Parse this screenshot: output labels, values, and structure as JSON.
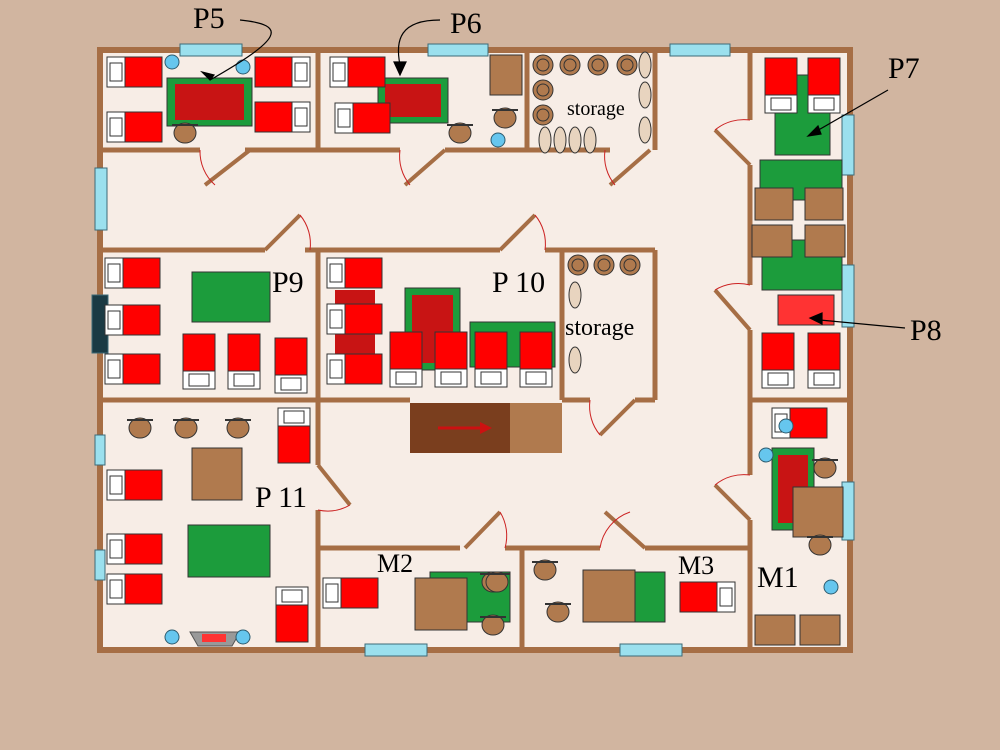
{
  "colors": {
    "ground": "#d1b5a0",
    "floor": "#f7ede6",
    "wall": "#a66e45",
    "bed_red": "#ff0000",
    "rug_green": "#1c9c3c",
    "rug_red": "#c81414",
    "wood": "#b07a4e",
    "window": "#9be0ee",
    "lamp": "#66c6ee"
  },
  "labels": {
    "p5": "P5",
    "p6": "P6",
    "p7": "P7",
    "p8": "P8",
    "p9": "P9",
    "p10": "P 10",
    "p11": "P 11",
    "m1": "M1",
    "m2": "M2",
    "m3": "M3",
    "storage_top": "storage",
    "storage_mid": "storage"
  },
  "icons": {
    "bed": "bed-icon",
    "rug": "rug-icon",
    "table": "table-icon",
    "chair": "chair-icon",
    "barrel": "barrel-icon",
    "sack": "sack-icon",
    "lamp": "lamp-icon",
    "window": "window-icon",
    "door": "door-icon",
    "stairs": "stairs-icon",
    "fireplace": "fireplace-icon",
    "arrow": "arrow-icon"
  }
}
